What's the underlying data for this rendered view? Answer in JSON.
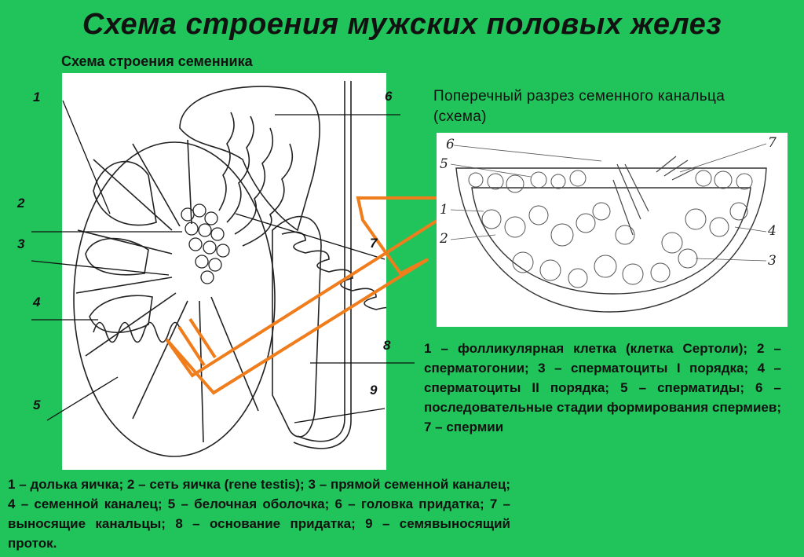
{
  "title": "Схема строения мужских половых желез",
  "testis": {
    "subtitle": "Схема строения семенника",
    "labels": [
      "1",
      "2",
      "3",
      "4",
      "5",
      "6",
      "7",
      "8",
      "9"
    ],
    "legend": "1 – долька яичка; 2 – сеть яичка (rene testis); 3 – прямой семенной каналец; 4 – семенной каналец; 5 – белочная оболочка; 6 – головка придатка; 7 – выносящие канальцы; 8 – основание придатка; 9 – семявыносящий проток."
  },
  "tubule": {
    "title": "Поперечный разрез семенного канальца (схема)",
    "labels": [
      "6",
      "5",
      "1",
      "2",
      "7",
      "4",
      "3"
    ],
    "legend": "1 – фолликулярная клетка (клетка Сертоли); 2 – сперматогонии; 3 – сперматоциты I порядка; 4 – сперматоциты II порядка; 5 – сперматиды; 6 – последовательные стадии формирования спермиев; 7 – спермии"
  },
  "colors": {
    "background": "#21c45a",
    "arrow": "#f07d1c",
    "panel": "#ffffff"
  }
}
